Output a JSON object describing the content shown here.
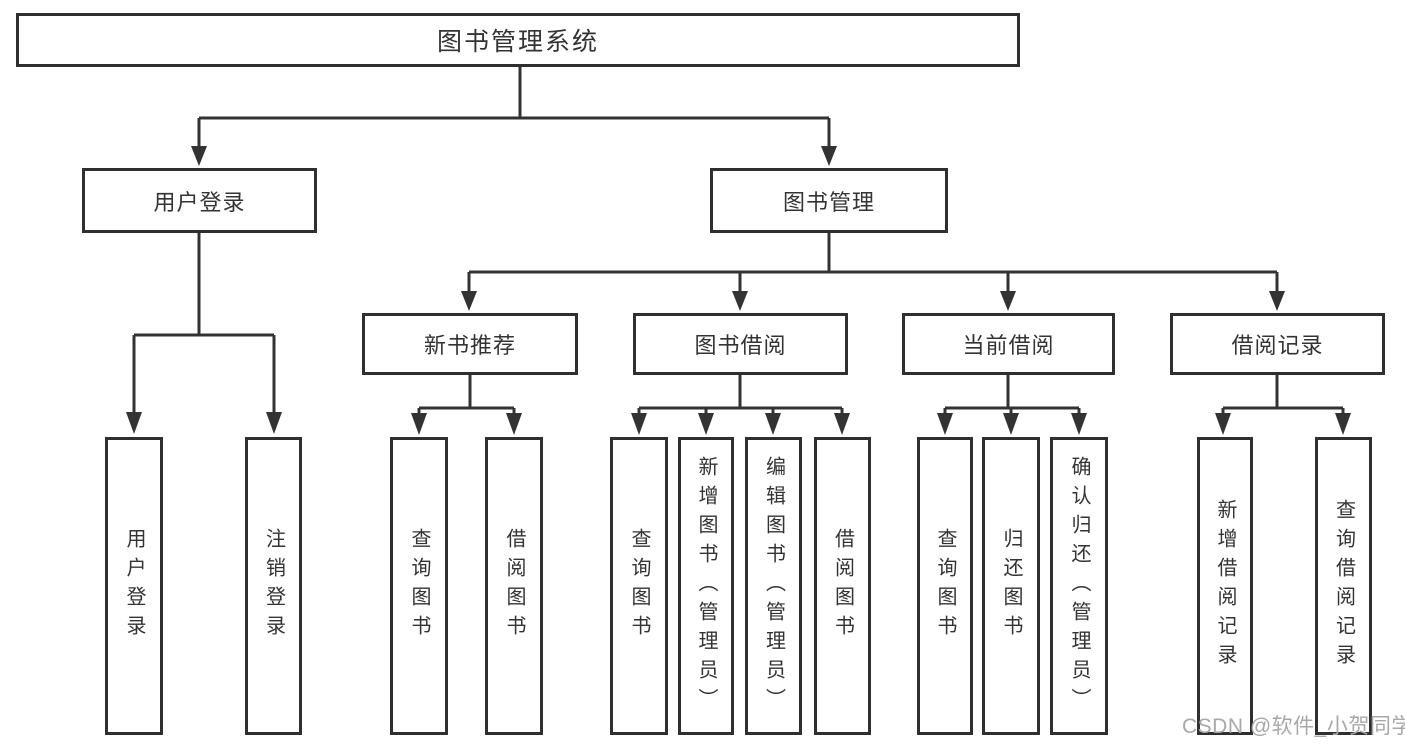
{
  "diagram": {
    "type": "hierarchy-tree",
    "title": "图书管理系统",
    "nodes": {
      "root": "图书管理系统",
      "user_login": "用户登录",
      "book_management": "图书管理",
      "new_book_recommend": "新书推荐",
      "book_borrowing": "图书借阅",
      "current_borrowing": "当前借阅",
      "borrowing_records": "借阅记录",
      "leaf_user_login": "用户登录",
      "leaf_logout": "注销登录",
      "leaf_nb_query_book": "查询图书",
      "leaf_nb_borrow_book": "借阅图书",
      "leaf_bb_query_book": "查询图书",
      "leaf_bb_add_book": "新增图书（管理员）",
      "leaf_bb_edit_book": "编辑图书（管理员）",
      "leaf_bb_borrow_book": "借阅图书",
      "leaf_cb_query_book": "查询图书",
      "leaf_cb_return_book": "归还图书",
      "leaf_cb_confirm_return": "确认归还（管理员）",
      "leaf_br_add_record": "新增借阅记录",
      "leaf_br_query_record": "查询借阅记录"
    },
    "edges": [
      "图书管理系统→用户登录",
      "图书管理系统→图书管理",
      "用户登录→用户登录",
      "用户登录→注销登录",
      "图书管理→新书推荐",
      "图书管理→图书借阅",
      "图书管理→当前借阅",
      "图书管理→借阅记录",
      "新书推荐→查询图书",
      "新书推荐→借阅图书",
      "图书借阅→查询图书",
      "图书借阅→新增图书（管理员）",
      "图书借阅→编辑图书（管理员）",
      "图书借阅→借阅图书",
      "当前借阅→查询图书",
      "当前借阅→归还图书",
      "当前借阅→确认归还（管理员）",
      "借阅记录→新增借阅记录",
      "借阅记录→查询借阅记录"
    ],
    "colors": {
      "line": "#333333",
      "border": "#2f2f2f",
      "text": "#333333",
      "background": "#ffffff",
      "watermark": "#a8a8a8"
    },
    "watermark": "CSDN @软件_小贺同学"
  }
}
